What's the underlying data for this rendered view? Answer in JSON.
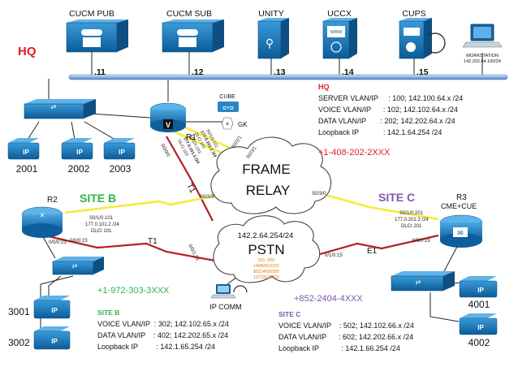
{
  "devices": {
    "cucm_pub": "CUCM PUB",
    "cucm_sub": "CUCM SUB",
    "unity": "UNITY",
    "uccx": "UCCX",
    "cups": "CUPS",
    "workstation": "WORKSTATION",
    "workstation_ip": "142.202.64.100/24",
    "cube": "CUBE",
    "gk": "GK",
    "ip_comm": "IP COMM",
    "r1": "R1",
    "r2": "R2",
    "r3": "R3",
    "r3_sub": "CME+CUE",
    "uccx_www": "WWW"
  },
  "hq": {
    "label": "HQ",
    "host_addresses": [
      ".11",
      ".12",
      ".13",
      ".14",
      ".15"
    ],
    "title": "HQ",
    "server_vlan": "SERVER VLAN/IP     : 100; 142.100.64.x /24",
    "voice_vlan": "VOICE VLAN/IP      : 102; 142.102.64.x /24",
    "data_vlan": "DATA VLAN/IP       : 202; 142.202.64.x /24",
    "loopback": "Loopback IP            : 142.1.64.254 /24",
    "did": "+1-408-202-2XXX",
    "phones": [
      "2001",
      "2002",
      "2003"
    ]
  },
  "site_b": {
    "label": "SITE B",
    "title": "SITE B",
    "voice_vlan": "VOICE VLAN/IP  : 302; 142.102.65.x /24",
    "data_vlan": "DATA VLAN/IP    : 402; 142.202.65.x /24",
    "loopback": "Loopback IP         : 142.1.65.254 /24",
    "did": "+1-972-303-3XXX",
    "phones": [
      "3001",
      "3002"
    ]
  },
  "site_c": {
    "label": "SITE C",
    "title": "SITE C",
    "voice_vlan": "VOICE VLAN/IP    : 502; 142.102.66.x /24",
    "data_vlan": "DATA VLAN/IP      : 602; 142.202.66.x /24",
    "loopback": "Loopback IP           : 142.1.66.254 /24",
    "did": "+852-2404-4XXX",
    "phones": [
      "4001",
      "4002"
    ]
  },
  "clouds": {
    "frame_relay_1": "FRAME",
    "frame_relay_2": "RELAY",
    "pstn_ip": "142.2.64.254/24",
    "pstn": "PSTN",
    "pstn_numbers": [
      "911; 999",
      "14082022222",
      "85224685555",
      "19723033333"
    ]
  },
  "links": {
    "t1_r1": "T1",
    "t1_r2": "T1",
    "e1_r3": "E1",
    "r1_s021": "S0/2/1",
    "r1_s023": "S0/2/3",
    "r1_s001": "S0/0/0",
    "r1_s000": "S0/0/0",
    "r1_s031": "S0/3/1",
    "r1_cfg": [
      "S0/1/0.102",
      "177.0.101.1 /24",
      "DLCI 102",
      "S0/1/0.103",
      "177.0.101.3 /24",
      "DLCI 103"
    ],
    "r2_cfg": [
      "S0/1/0.101",
      "177.0.101.2 /24",
      "DLCI 101"
    ],
    "r2_s0023": "0/0/0:23",
    "r2_s0023b": "0/0/0:23",
    "pstn_s0123": "0/0/1:23",
    "r3_cfg": [
      "S0/1/0.201",
      "177.0.201.3 /24",
      "DLCI 201"
    ],
    "r3_s030": "S0/3/0",
    "r3_s0015": "0/1/0:15",
    "r3_s0015b": "0/0/0:15"
  },
  "colors": {
    "red": "#e31e24",
    "green": "#2fb34a",
    "purple": "#7b5aa6",
    "device_blue": "#1e78b4",
    "device_dark": "#0d4f80",
    "lan_bar": "#8db3e2"
  }
}
